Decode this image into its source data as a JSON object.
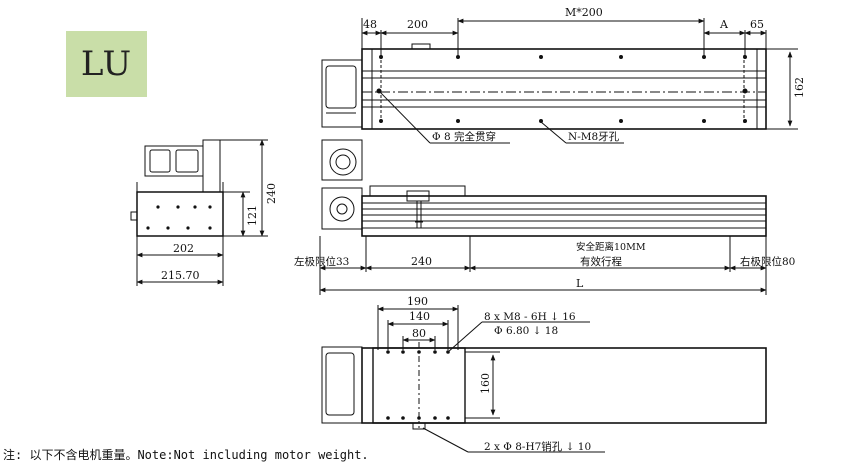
{
  "badge": {
    "label": "LU"
  },
  "dimensions": {
    "top": {
      "d48": "48",
      "d200": "200",
      "m200": "M*200",
      "a": "A",
      "d65": "65",
      "d162": "162"
    },
    "side": {
      "d240": "240",
      "d121": "121",
      "d202": "202",
      "d215": "215.70"
    },
    "front": {
      "safety": "安全距离10MM",
      "left_limit": "左极限位33",
      "d240": "240",
      "stroke": "有效行程",
      "right_limit": "右极限位80",
      "l": "L"
    },
    "bottom": {
      "d190": "190",
      "d140": "140",
      "d80": "80",
      "d160": "160"
    }
  },
  "callouts": {
    "through_hole": "Φ 8 完全贯穿",
    "tapped": "N-M8牙孔",
    "m8_line1": "8 x  M8 - 6H ↓ 16",
    "m8_line2": "Φ 6.80 ↓ 18",
    "pin": "2 x  Φ 8-H7销孔 ↓ 10"
  },
  "footer": {
    "note": "注: 以下不含电机重量。Note:Not including motor weight."
  }
}
